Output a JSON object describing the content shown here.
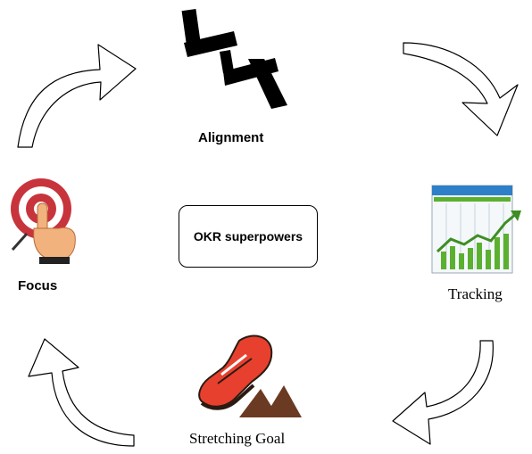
{
  "center": {
    "label": "OKR superpowers"
  },
  "nodes": [
    {
      "id": "alignment",
      "label": "Alignment",
      "icon": "alignment-icon"
    },
    {
      "id": "tracking",
      "label": "Tracking",
      "icon": "chart-tracking-icon"
    },
    {
      "id": "stretching-goal",
      "label": "Stretching Goal",
      "icon": "running-shoe-mountains-icon"
    },
    {
      "id": "focus",
      "label": "Focus",
      "icon": "target-hand-icon"
    }
  ],
  "colors": {
    "target_red": "#c8343c",
    "shoe_red": "#e8402e",
    "mountain_brown": "#6b3a22",
    "chart_green": "#5cb030",
    "chart_header_blue": "#2e7fc7"
  }
}
